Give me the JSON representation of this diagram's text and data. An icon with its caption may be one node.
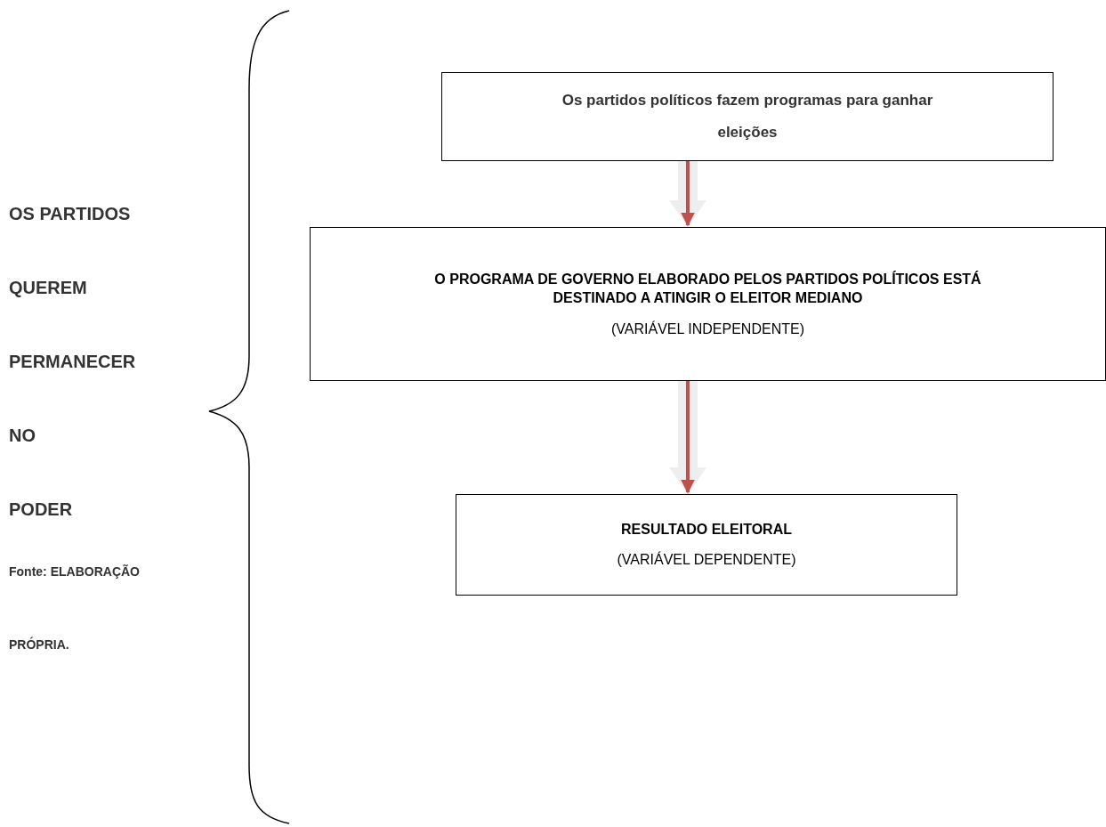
{
  "diagram": {
    "caption": "Fonte: ELABORAÇÃO PRÓPRIA.",
    "nodes": [
      {
        "text": [
          "Os partidos políticos fazem programas para ganhar eleições"
        ]
      },
      {
        "text": [
          "O PROGRAMA DE GOVERNO ELABORADO PELOS PARTIDOS POLÍTICOS ESTÁ DESTINADO A ATINGIR O ELEITOR MEDIANO",
          "(VARIÁVEL INDEPENDENTE)"
        ]
      },
      {
        "text": [
          "RESULTADO ELEITORAL",
          "(VARIÁVEL DEPENDENTE)"
        ]
      }
    ],
    "edges": [
      {
        "from": 0,
        "to": 1,
        "arrow": "to"
      },
      {
        "from": 1,
        "to": 2,
        "arrow": "to"
      }
    ],
    "labels": [
      "OS PARTIDOS",
      "QUEREM",
      "PERMANECER",
      "NO",
      "PODER"
    ]
  }
}
